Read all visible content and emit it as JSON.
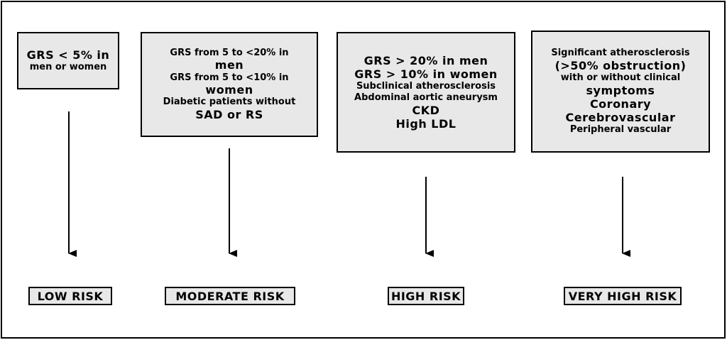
{
  "columns": [
    {
      "criteria": [
        "GRS < 5% in",
        "men or women"
      ],
      "risk": "LOW RISK"
    },
    {
      "criteria": [
        "GRS from 5 to <20% in",
        "men",
        "GRS from 5 to <10% in",
        "women",
        "Diabetic patients without",
        "SAD or RS"
      ],
      "risk": "MODERATE RISK"
    },
    {
      "criteria": [
        "GRS > 20% in men",
        "GRS > 10% in women",
        "Subclinical atherosclerosis",
        "Abdominal aortic aneurysm",
        "CKD",
        "High LDL"
      ],
      "risk": "HIGH RISK"
    },
    {
      "criteria": [
        "Significant atherosclerosis",
        "(>50% obstruction)",
        "with or without clinical",
        "symptoms",
        "Coronary",
        "Cerebrovascular",
        "Peripheral vascular"
      ],
      "risk": "VERY HIGH RISK"
    }
  ]
}
